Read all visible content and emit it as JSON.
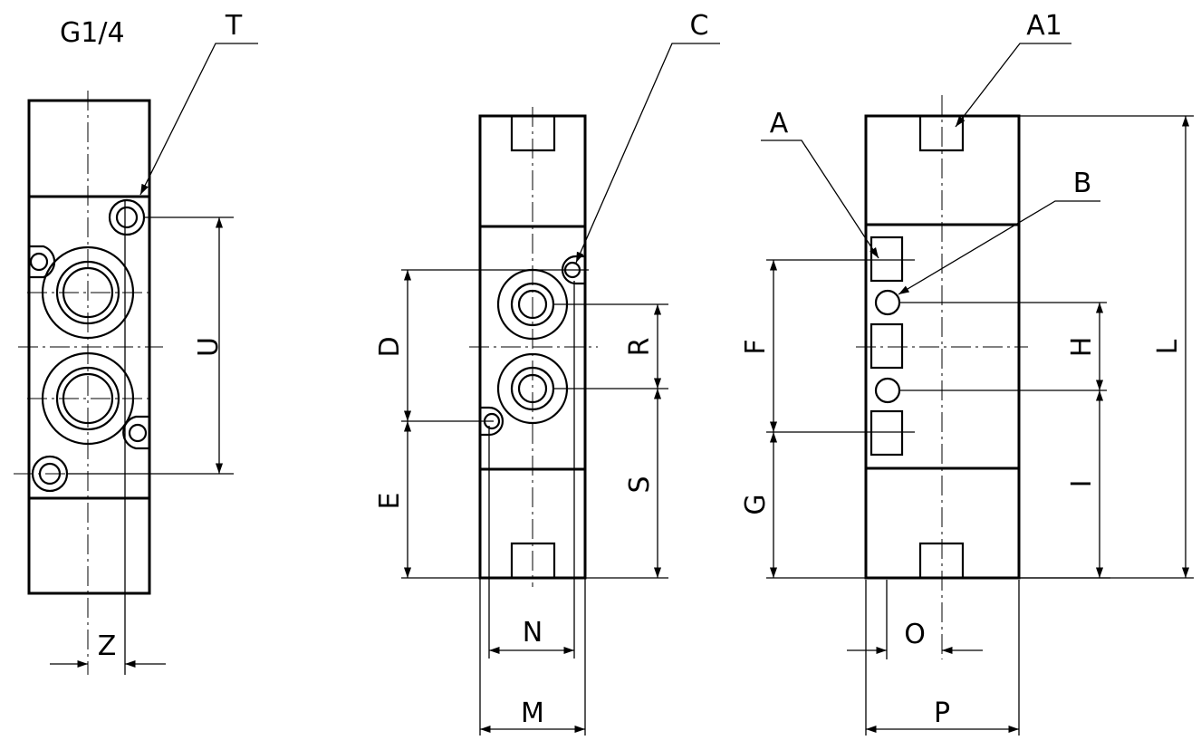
{
  "title": "G1/4",
  "labels": {
    "T": "T",
    "U": "U",
    "Z": "Z",
    "C": "C",
    "D": "D",
    "E": "E",
    "R": "R",
    "S": "S",
    "N": "N",
    "M": "M",
    "A1": "A1",
    "A": "A",
    "B": "B",
    "F": "F",
    "G": "G",
    "H": "H",
    "I": "I",
    "L": "L",
    "O": "O",
    "P": "P"
  }
}
